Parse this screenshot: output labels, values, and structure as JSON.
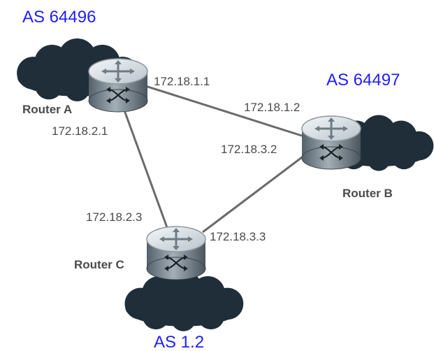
{
  "colors": {
    "as_label": "#1e1eff",
    "cloud": "#1f2e38",
    "link": "#6a6a6a",
    "router_top": "#dde4e8",
    "router_body": "#7f8b93",
    "router_dark": "#3a444b"
  },
  "as_labels": {
    "a": "AS 64496",
    "b": "AS 64497",
    "c": "AS 1.2"
  },
  "routers": {
    "a": {
      "name": "Router A",
      "icon": "router-icon"
    },
    "b": {
      "name": "Router B",
      "icon": "router-icon"
    },
    "c": {
      "name": "Router C",
      "icon": "router-icon"
    }
  },
  "links": {
    "ab": {
      "a_ip": "172.18.1.1",
      "b_ip": "172.18.1.2"
    },
    "ac": {
      "a_ip": "172.18.2.1",
      "c_ip": "172.18.2.3"
    },
    "bc": {
      "b_ip": "172.18.3.2",
      "c_ip": "172.18.3.3"
    }
  }
}
